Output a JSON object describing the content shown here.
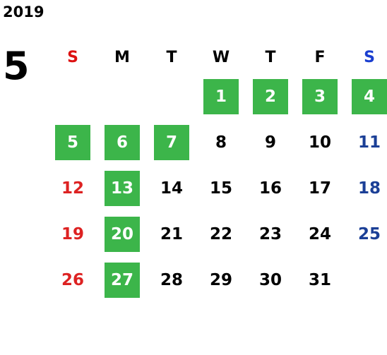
{
  "calendar": {
    "year": "2019",
    "month": "5",
    "weekdays": [
      "S",
      "M",
      "T",
      "W",
      "T",
      "F",
      "S"
    ],
    "first_weekday_index": 3,
    "days": [
      "1",
      "2",
      "3",
      "4",
      "5",
      "6",
      "7",
      "8",
      "9",
      "10",
      "11",
      "12",
      "13",
      "14",
      "15",
      "16",
      "17",
      "18",
      "19",
      "20",
      "21",
      "22",
      "23",
      "24",
      "25",
      "26",
      "27",
      "28",
      "29",
      "30",
      "31"
    ],
    "highlighted_days": [
      1,
      2,
      3,
      4,
      5,
      6,
      7,
      13,
      20,
      27
    ]
  },
  "colors": {
    "highlight_bg": "#3cb54a",
    "highlight_text": "#ffffff",
    "sunday_header": "#dd1111",
    "saturday_header": "#1a3ed0",
    "sunday_day": "#dd2222",
    "saturday_day": "#1b3f96",
    "default_text": "#000000"
  }
}
